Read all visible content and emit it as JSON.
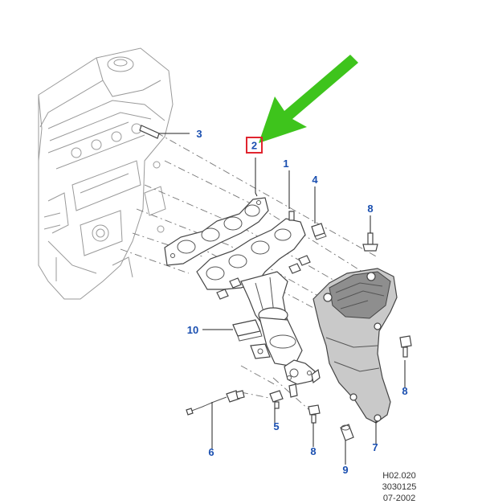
{
  "arrow_color": "#3ec41c",
  "highlight_color": "#e0252f",
  "callout_color": "#1a4fb0",
  "callouts": [
    {
      "label": "1"
    },
    {
      "label": "2"
    },
    {
      "label": "3"
    },
    {
      "label": "4"
    },
    {
      "label": "5"
    },
    {
      "label": "6"
    },
    {
      "label": "7"
    },
    {
      "label": "8"
    },
    {
      "label": "8"
    },
    {
      "label": "8"
    },
    {
      "label": "9"
    },
    {
      "label": "10"
    }
  ],
  "highlighted_callout": "2",
  "reference": {
    "line1": "H02.020",
    "line2": "3030125",
    "line3": "07-2002"
  }
}
